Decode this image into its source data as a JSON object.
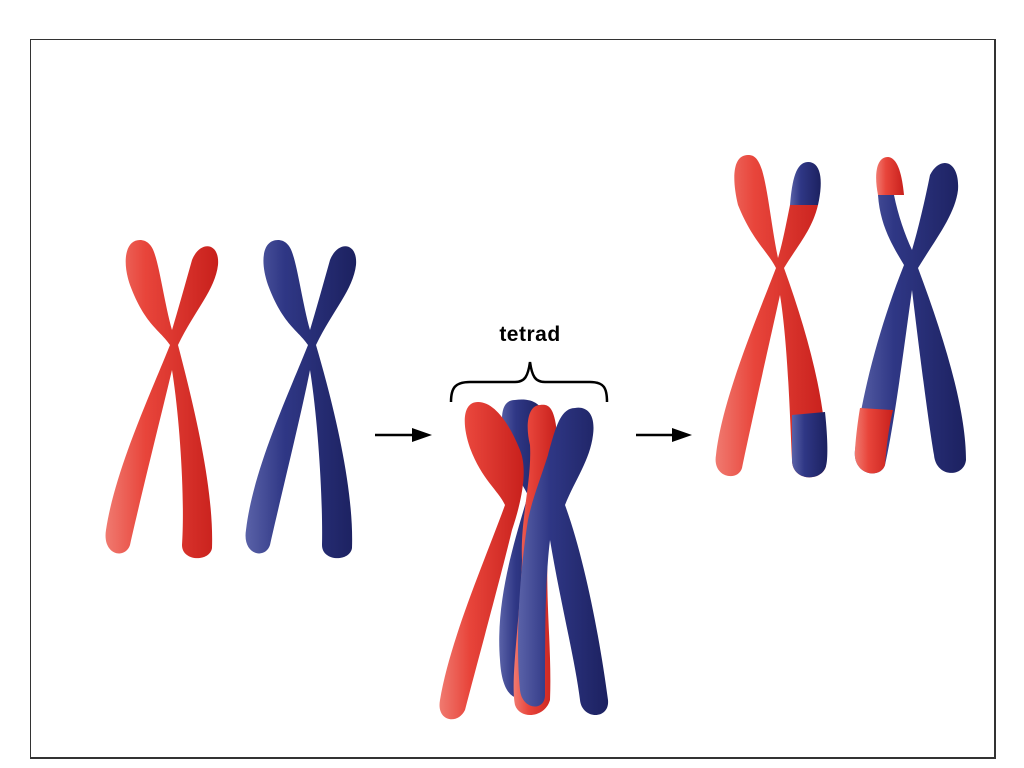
{
  "diagram": {
    "type": "meiosis crossing-over illustration",
    "labels": {
      "tetrad": "tetrad"
    },
    "colors": {
      "maternal_red": "#e03a32",
      "paternal_blue": "#2a2f7a",
      "arrow": "#000000",
      "frame": "#333333",
      "background": "#ffffff"
    },
    "stages": [
      {
        "id": "homologous-pair",
        "description": "Two separate homologous chromosomes (one red, one blue)"
      },
      {
        "id": "tetrad",
        "description": "Homologs paired as a tetrad with crossing over",
        "label": "tetrad"
      },
      {
        "id": "recombinant",
        "description": "Recombinant chromosomes with exchanged tips"
      }
    ],
    "arrows": [
      {
        "from": "homologous-pair",
        "to": "tetrad"
      },
      {
        "from": "tetrad",
        "to": "recombinant"
      }
    ]
  }
}
